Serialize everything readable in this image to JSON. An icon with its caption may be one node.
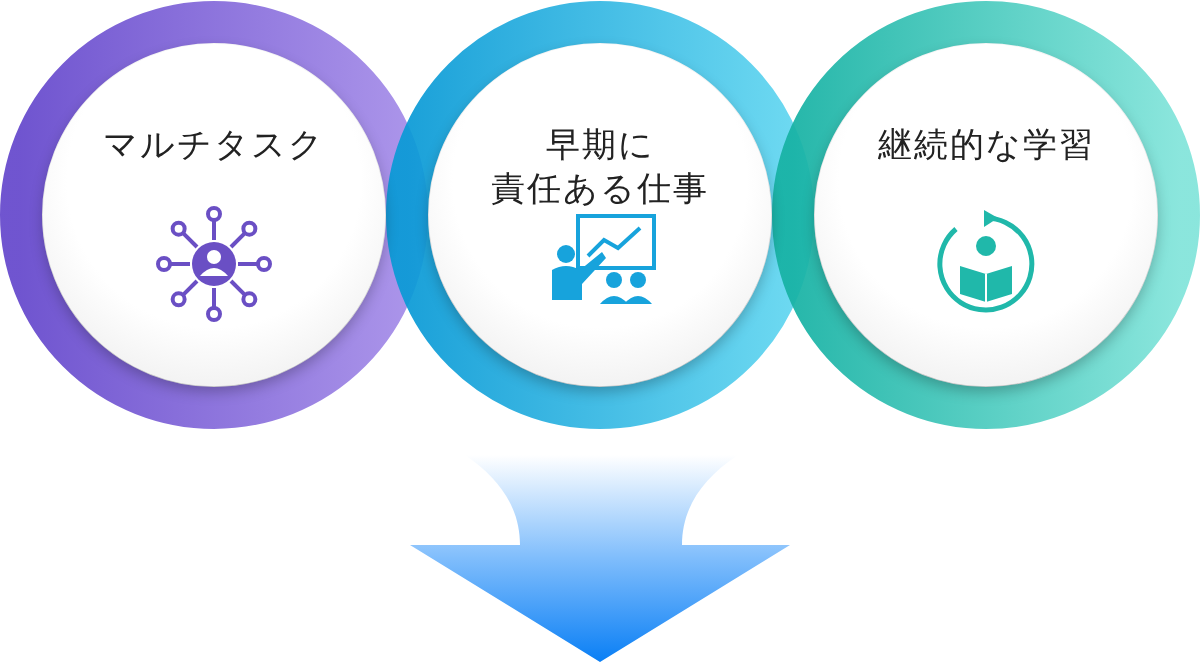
{
  "diagram": {
    "nodes": [
      {
        "text": [
          "マルチタスク"
        ]
      },
      {
        "text": [
          "早期に責任ある仕事"
        ]
      },
      {
        "text": [
          "継続的な学習"
        ]
      }
    ],
    "edges": []
  }
}
